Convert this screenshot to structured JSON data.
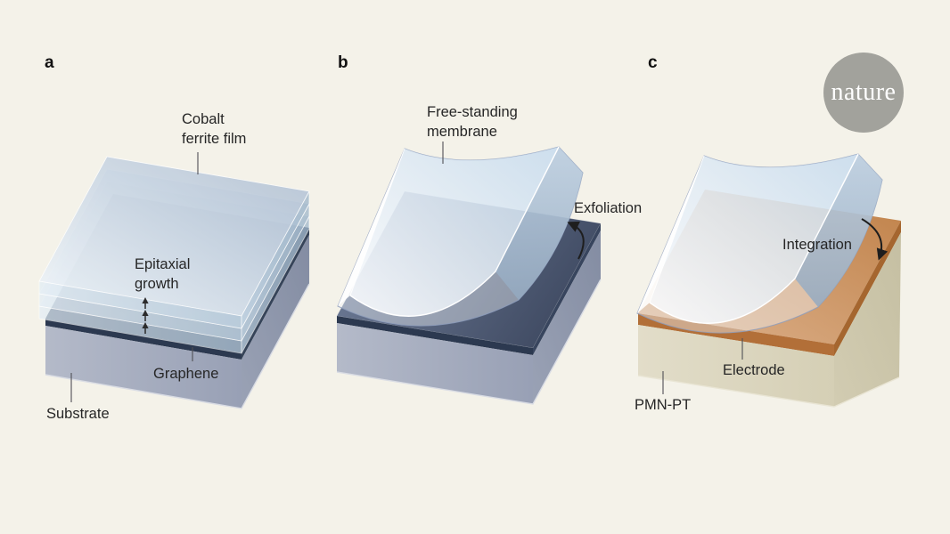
{
  "colors": {
    "background": "#f4f2e9",
    "label_text": "#262626",
    "panel_letter": "#111111",
    "graphene_dark": "#2c3950",
    "substrate_blue_gray": "#9aa2b6",
    "film_light_blue": "#dce9f3",
    "membrane_blue": "#c7dbed",
    "electrode_orange": "#c08148",
    "pmnpt_beige": "#ddd8c2",
    "logo_gray": "#a2a29c",
    "arrow_black": "#1e1e1e"
  },
  "panel_a": {
    "letter": "a",
    "film_label": "Cobalt ferrite film",
    "growth_label": "Epitaxial growth",
    "graphene_label": "Graphene",
    "substrate_label": "Substrate"
  },
  "panel_b": {
    "letter": "b",
    "membrane_label": "Free-standing membrane",
    "action_label": "Exfoliation"
  },
  "panel_c": {
    "letter": "c",
    "action_label": "Integration",
    "electrode_label": "Electrode",
    "substrate_label": "PMN-PT"
  },
  "logo": {
    "text": "nature"
  }
}
